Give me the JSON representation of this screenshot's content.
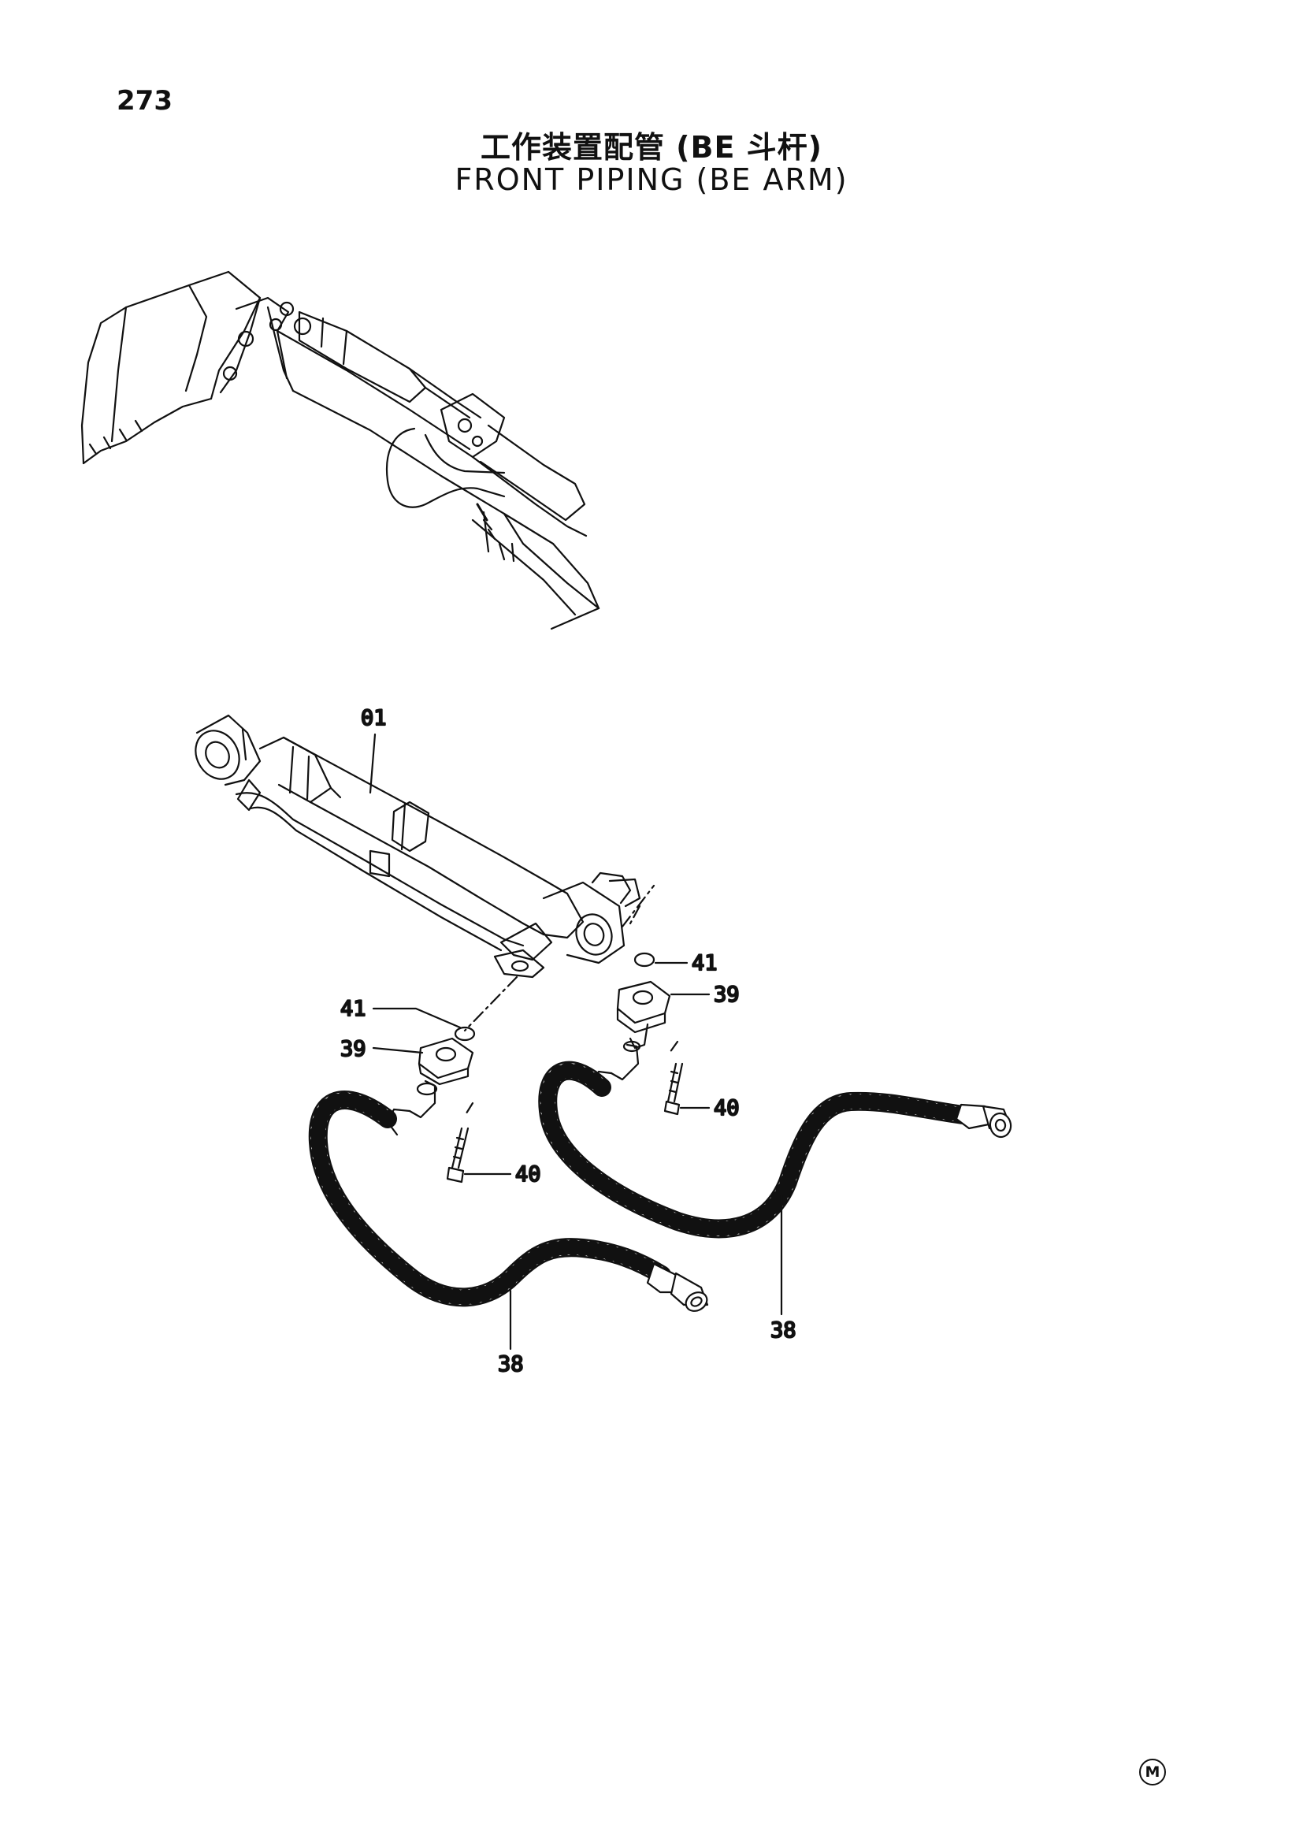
{
  "header": {
    "page_number": "273",
    "title_cn": "工作装置配管 (BE 斗杆)",
    "title_en": "FRONT PIPING (BE ARM)"
  },
  "diagram": {
    "callouts": {
      "arm_cylinder": "01",
      "oring_right": "41",
      "flange_right": "39",
      "bolt_right": "40",
      "oring_left": "41",
      "flange_left": "39",
      "bolt_left": "40",
      "hose_left": "38",
      "hose_right": "38"
    },
    "mark": "M"
  }
}
